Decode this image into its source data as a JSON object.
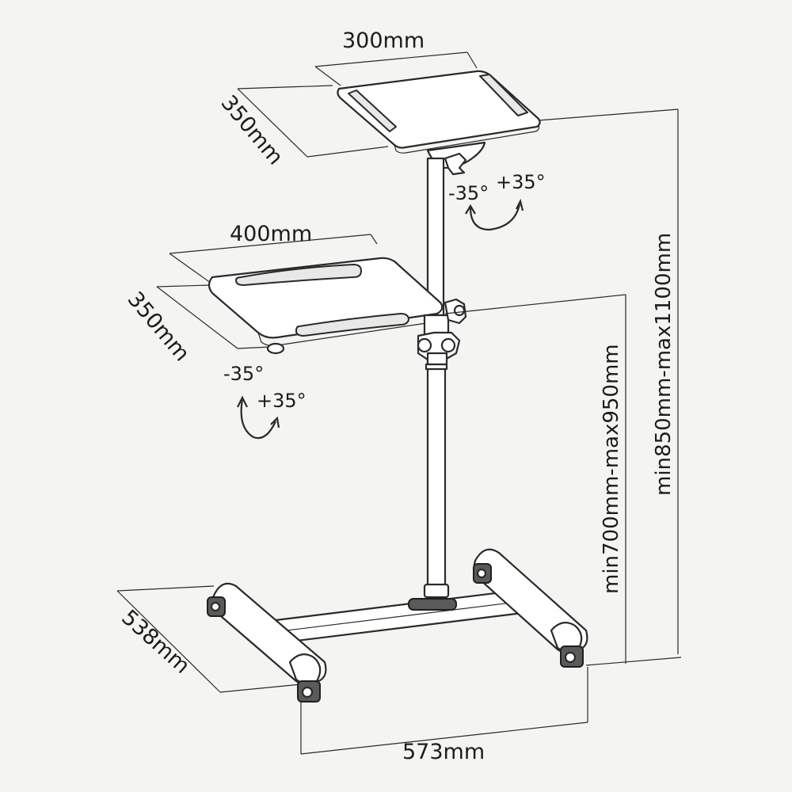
{
  "diagram": {
    "top_tray": {
      "width_label": "300mm",
      "depth_label": "350mm",
      "tilt_min_label": "-35°",
      "tilt_max_label": "+35°"
    },
    "main_tray": {
      "width_label": "400mm",
      "depth_label": "350mm",
      "tilt_min_label": "-35°",
      "tilt_max_label": "+35°"
    },
    "base": {
      "depth_label": "538mm",
      "width_label": "573mm"
    },
    "heights": {
      "main_tray_label": "min700mm-max950mm",
      "top_tray_label": "min850mm-max1100mm"
    }
  }
}
